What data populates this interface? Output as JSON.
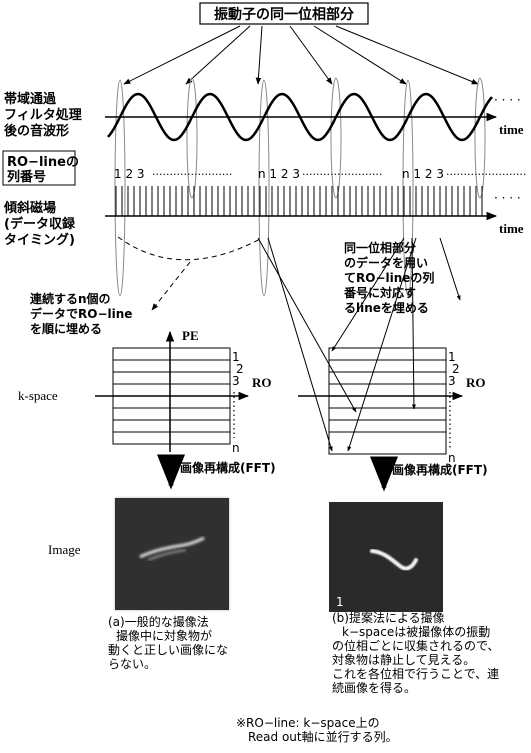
{
  "title": "振動子の同一位相部分",
  "labels": {
    "waveform": [
      "帯域通過",
      "フィルタ処理",
      "後の音波形"
    ],
    "ro_line_box": [
      "RO−lineの",
      "列番号"
    ],
    "gradient": [
      "傾斜磁場",
      "(データ収録",
      "タイミング)"
    ],
    "time": "time",
    "dots": "· · · ·",
    "seq_start": "1 2 3",
    "seq_n": "n 1 2 3",
    "seq_n2": "n 1 2 3",
    "seq_dots": "·······················",
    "left_note": [
      "連続するn個の",
      "データでRO−line",
      "を順に埋める"
    ],
    "right_note": [
      "同一位相部分",
      "のデータを用い",
      "てRO−lineの列",
      "番号に対応す",
      "るlineを埋める"
    ],
    "pe": "PE",
    "ro": "RO",
    "kspace": "k-space",
    "row_numbers": [
      "1",
      "2",
      "3",
      "n"
    ],
    "recon": "画像再構成(FFT)",
    "image": "Image",
    "frame_number": "1",
    "caption_a": [
      "(a)一般的な撮像法",
      "撮像中に対象物が",
      "動くと正しい画像にな",
      "らない。"
    ],
    "caption_b": [
      "(b)提案法による撮像",
      "k−spaceは被撮像体の振動",
      "の位相ごとに収集されるので、",
      "対象物は静止して見える。",
      "これを各位相で行うことで、連",
      "続画像を得る。"
    ],
    "footnote": [
      "※RO−line: k−space上の",
      "Read out軸に並行する列。"
    ]
  },
  "colors": {
    "stroke": "#000000",
    "ellipse": "#888888",
    "recon_arrow": "#8c8c8c",
    "image_bg": "#2a2a2a"
  }
}
